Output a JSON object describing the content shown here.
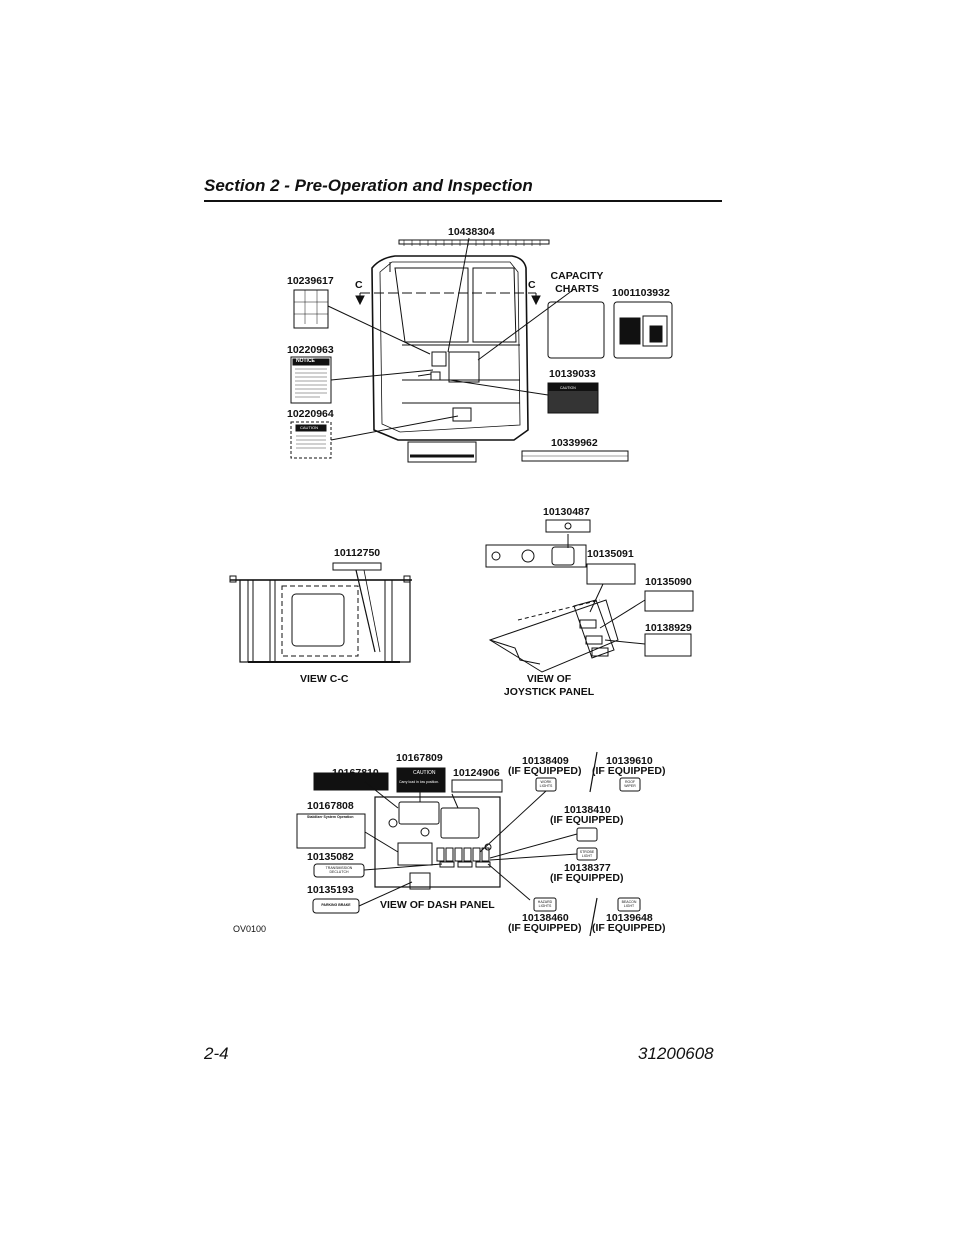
{
  "header": {
    "title": "Section 2 - Pre-Operation and Inspection"
  },
  "top_view": {
    "part_top": "10438304",
    "part_left1": "10239617",
    "part_left2": "10220963",
    "part_left3": "10220964",
    "section_c_left": "C",
    "section_c_right": "C",
    "capacity_charts": "CAPACITY\nCHARTS",
    "part_capacity": "1001103932",
    "part_caution": "10139033",
    "part_bottom": "10339962",
    "notice_word": "NOTICE",
    "caution_word": "CAUTION"
  },
  "view_cc": {
    "part": "10112750",
    "title": "VIEW C-C"
  },
  "joystick": {
    "part1": "10130487",
    "part2": "10135091",
    "part3": "10135090",
    "part4": "10138929",
    "title": "VIEW OF\nJOYSTICK PANEL"
  },
  "dash": {
    "part_10167809": "10167809",
    "part_10167810": "10167810",
    "part_10124906": "10124906",
    "part_10138409": "10138409",
    "if_eq_1": "(IF EQUIPPED)",
    "part_10139610": "10139610",
    "if_eq_2": "(IF EQUIPPED)",
    "part_10167808": "10167808",
    "part_10138410": "10138410",
    "if_eq_3": "(IF EQUIPPED)",
    "part_10135082": "10135082",
    "part_10138377": "10138377",
    "if_eq_4": "(IF EQUIPPED)",
    "part_10135193": "10135193",
    "title": "VIEW OF DASH PANEL",
    "part_10138460": "10138460",
    "if_eq_5": "(IF EQUIPPED)",
    "part_10139648": "10139648",
    "if_eq_6": "(IF EQUIPPED)",
    "caution_word": "CAUTION",
    "caution_text": "Carry load in low position.",
    "stabilizer_title": "Stabilizer System Operation",
    "transmission_label": "TRANSMISSION\nDECLUTCH",
    "parking_label": "PARKING BRAKE",
    "work_lights": "WORK\nLIGHTS",
    "roof_wiper": "ROOF\nWIPER",
    "strobe_light": "STROBE\nLIGHT",
    "hazard_lights": "HAZARD\nLIGHTS",
    "beacon_light": "BEACON\nLIGHT",
    "figure_code": "OV0100"
  },
  "footer": {
    "page_left": "2-4",
    "page_right": "31200608"
  }
}
